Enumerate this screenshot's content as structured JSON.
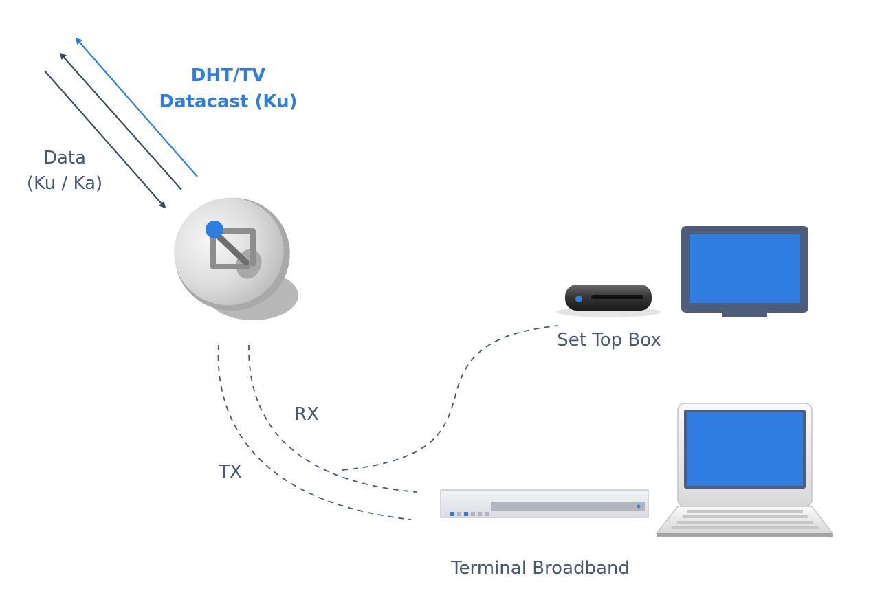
{
  "labels": {
    "dht_tv_line1": "DHT/TV",
    "dht_tv_line2": "Datacast (Ku)",
    "data_line1": "Data",
    "data_line2": "(Ku / Ka)",
    "rx": "RX",
    "tx": "TX",
    "set_top_box": "Set Top Box",
    "terminal_broadband": "Terminal Broadband"
  },
  "colors": {
    "accent_blue": "#2f7de1",
    "dark_arrow": "#3e4a5e",
    "label_text": "#4a5770",
    "screen_blue": "#2f7de1",
    "monitor_frame": "#4e5d7a"
  },
  "icons": [
    "satellite-dish-icon",
    "set-top-box-icon",
    "tv-monitor-icon",
    "broadband-terminal-icon",
    "laptop-icon"
  ]
}
